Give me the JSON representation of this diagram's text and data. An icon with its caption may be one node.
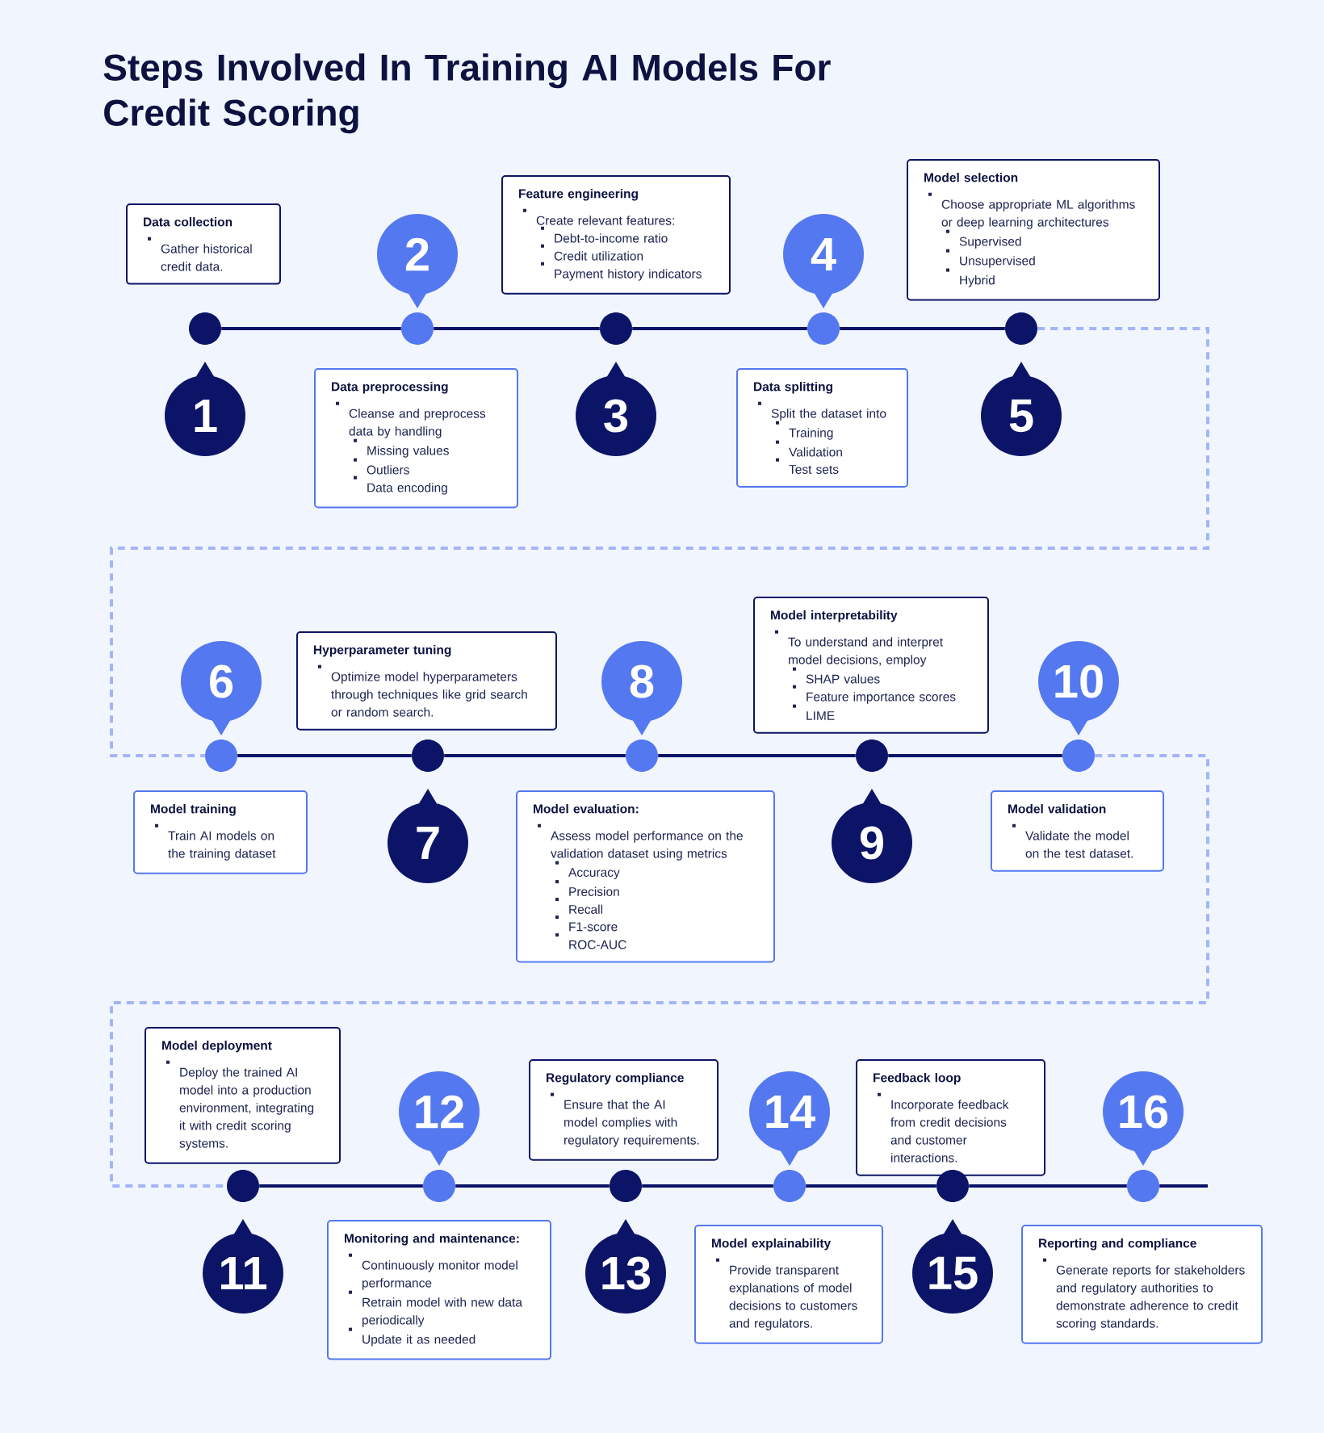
{
  "diagram": {
    "title": "Steps Involved In Training AI Models For Credit Scoring",
    "nodes": [
      {
        "text": [
          "Data collection",
          "Gather historical credit data."
        ]
      },
      {
        "text": [
          "1"
        ]
      },
      {
        "text": [],
        "shape": "circle"
      },
      {
        "text": [
          "Data preprocessing",
          "Cleanse and preprocess data by handling",
          "Missing values",
          "Outliers",
          "Data encoding"
        ]
      },
      {
        "text": [
          "2"
        ]
      },
      {
        "text": [],
        "shape": "circle"
      },
      {
        "text": [
          "Feature engineering",
          "Create relevant features:",
          "Debt-to-income ratio",
          "Credit utilization",
          "Payment history indicators"
        ]
      },
      {
        "text": [
          "3"
        ]
      },
      {
        "text": [],
        "shape": "circle"
      },
      {
        "text": [
          "Data splitting",
          "Split the dataset into",
          "Training",
          "Validation",
          "Test sets"
        ]
      },
      {
        "text": [
          "4"
        ]
      },
      {
        "text": [],
        "shape": "circle"
      },
      {
        "text": [
          "Model selection",
          "Choose appropriate ML algorithms or deep learning architectures",
          "Supervised",
          "Unsupervised",
          "Hybrid"
        ]
      },
      {
        "text": [
          "5"
        ]
      },
      {
        "text": [],
        "shape": "circle"
      },
      {
        "text": [
          "Model training",
          "Train AI models on the training dataset"
        ]
      },
      {
        "text": [
          "6"
        ]
      },
      {
        "text": [],
        "shape": "circle"
      },
      {
        "text": [
          "Hyperparameter tuning",
          "Optimize model hyperparameters through techniques like grid search or random search."
        ]
      },
      {
        "text": [
          "7"
        ]
      },
      {
        "text": [],
        "shape": "circle"
      },
      {
        "text": [
          "Model evaluation:",
          "Assess model performance on the validation dataset using metrics",
          "Accuracy",
          "Precision",
          "Recall",
          "F1-score",
          "ROC-AUC"
        ]
      },
      {
        "text": [
          "8"
        ]
      },
      {
        "text": [],
        "shape": "circle"
      },
      {
        "text": [
          "Model interpretability",
          "To understand and interpret model decisions, employ",
          "SHAP values",
          "Feature importance scores",
          "LIME"
        ]
      },
      {
        "text": [
          "9"
        ]
      },
      {
        "text": [],
        "shape": "circle"
      },
      {
        "text": [
          "Model validation",
          "Validate the model on the test dataset."
        ]
      },
      {
        "text": [
          "10"
        ]
      },
      {
        "text": [],
        "shape": "circle"
      },
      {
        "text": [
          "Model deployment",
          "Deploy the trained AI model into a production environment, integrating it with credit scoring systems."
        ]
      },
      {
        "text": [
          "11"
        ]
      },
      {
        "text": [],
        "shape": "circle"
      },
      {
        "text": [
          "Monitoring and maintenance:",
          "Continuously monitor model performance",
          "Retrain model with new data periodically",
          "Update it as needed"
        ]
      },
      {
        "text": [
          "12"
        ]
      },
      {
        "text": [],
        "shape": "circle"
      },
      {
        "text": [
          "Regulatory compliance",
          "Ensure that the AI model complies with regulatory requirements."
        ]
      },
      {
        "text": [
          "13"
        ]
      },
      {
        "text": [],
        "shape": "circle"
      },
      {
        "text": [
          "Model explainability",
          "Provide transparent explanations of model decisions to customers and regulators."
        ]
      },
      {
        "text": [
          "14"
        ]
      },
      {
        "text": [],
        "shape": "circle"
      },
      {
        "text": [
          "Feedback loop",
          "Incorporate feedback from credit decisions and customer interactions."
        ]
      },
      {
        "text": [
          "15"
        ]
      },
      {
        "text": [],
        "shape": "circle"
      },
      {
        "text": [
          "Reporting and compliance",
          "Generate reports for stakeholders and regulatory authorities to demonstrate adherence to credit scoring standards."
        ]
      },
      {
        "text": [
          "16"
        ]
      },
      {
        "text": [],
        "shape": "circle"
      }
    ],
    "edges": [
      {
        "from": 2,
        "to": 5,
        "arrow": "none"
      },
      {
        "from": 5,
        "to": 8,
        "arrow": "none"
      },
      {
        "from": 8,
        "to": 11,
        "arrow": "none"
      },
      {
        "from": 11,
        "to": 14,
        "arrow": "none"
      },
      {
        "from": 14,
        "to": 17,
        "arrow": "none",
        "style": "dashed",
        "color": "#a3b5f7"
      },
      {
        "from": 17,
        "to": 20,
        "arrow": "none"
      },
      {
        "from": 20,
        "to": 23,
        "arrow": "none"
      },
      {
        "from": 23,
        "to": 26,
        "arrow": "none"
      },
      {
        "from": 26,
        "to": 29,
        "arrow": "none"
      },
      {
        "from": 29,
        "to": 32,
        "arrow": "none",
        "style": "dashed",
        "color": "#a3b5f7"
      },
      {
        "from": 32,
        "to": 35,
        "arrow": "none"
      },
      {
        "from": 35,
        "to": 38,
        "arrow": "none"
      },
      {
        "from": 38,
        "to": 41,
        "arrow": "none"
      },
      {
        "from": 41,
        "to": 44,
        "arrow": "none"
      },
      {
        "from": 44,
        "to": 47,
        "arrow": "none"
      },
      {
        "from": 47,
        "to": null,
        "arrow": "none"
      }
    ]
  }
}
